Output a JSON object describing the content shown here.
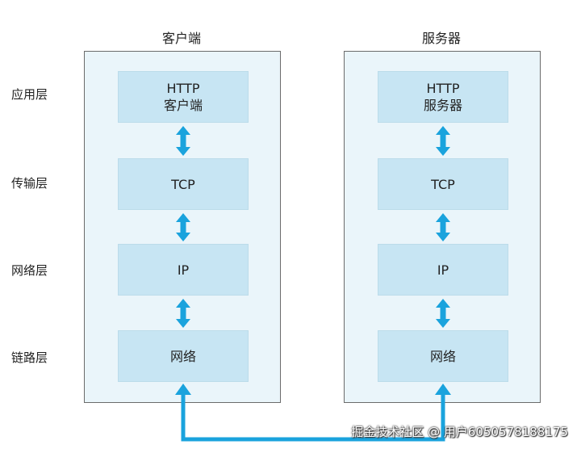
{
  "columns": {
    "client": {
      "title": "客户端",
      "boxes": {
        "application": {
          "line1": "HTTP",
          "line2": "客户端"
        },
        "transport": "TCP",
        "network": "IP",
        "link": "网络"
      }
    },
    "server": {
      "title": "服务器",
      "boxes": {
        "application": {
          "line1": "HTTP",
          "line2": "服务器"
        },
        "transport": "TCP",
        "network": "IP",
        "link": "网络"
      }
    }
  },
  "layers": [
    "应用层",
    "传输层",
    "网络层",
    "链路层"
  ],
  "watermark": "掘金技术社区 @ 用户6050578188175",
  "colors": {
    "panel_bg": "#eaf5fa",
    "box_bg": "#c7e5f3",
    "arrow": "#1aa3dd"
  }
}
